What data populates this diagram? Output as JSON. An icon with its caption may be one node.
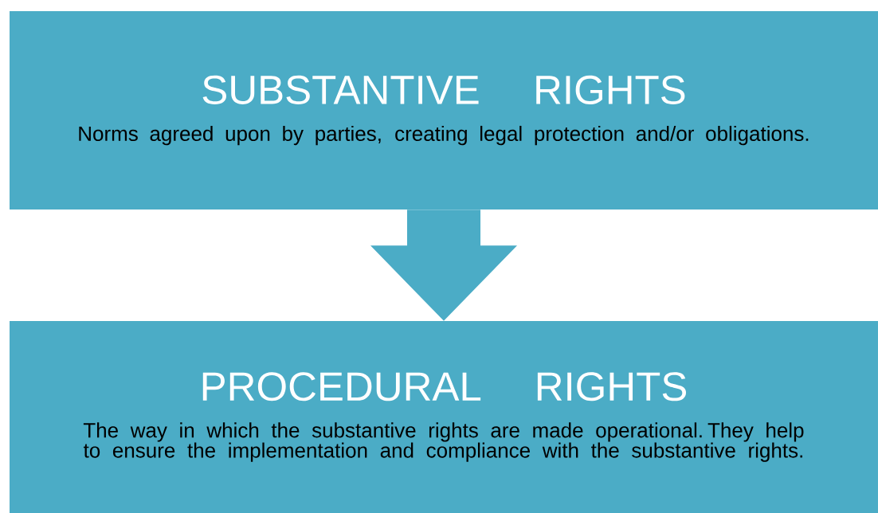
{
  "diagram": {
    "nodes": [
      {
        "text": [
          "SUBSTANTIVE RIGHTS",
          "Norms agreed upon by parties, creating legal protection and/or obligations."
        ]
      },
      {
        "text": [
          "PROCEDURAL RIGHTS",
          "The way in which the substantive rights are made operational. They help to ensure the implementation and compliance with the substantive rights."
        ]
      }
    ],
    "edges": [
      {
        "from": 0,
        "to": 1,
        "arrow": "to"
      }
    ]
  }
}
